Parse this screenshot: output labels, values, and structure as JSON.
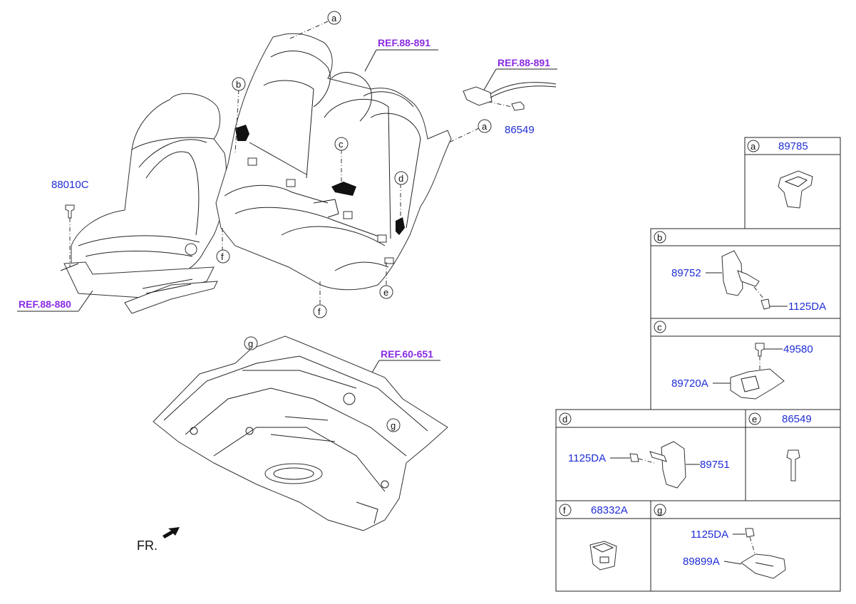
{
  "callout_letters": [
    "a",
    "b",
    "c",
    "d",
    "e",
    "f",
    "g"
  ],
  "main": {
    "refs": [
      "REF.88-891",
      "REF.88-891",
      "REF.88-880",
      "REF.60-651"
    ],
    "part_labels": [
      "88010C",
      "86549"
    ],
    "front_label": "FR."
  },
  "boxes": {
    "a": {
      "letter": "a",
      "header_part": "89785"
    },
    "b": {
      "letter": "b",
      "parts": [
        "89752",
        "1125DA"
      ]
    },
    "c": {
      "letter": "c",
      "parts": [
        "49580",
        "89720A"
      ]
    },
    "d": {
      "letter": "d",
      "parts": [
        "1125DA",
        "89751"
      ]
    },
    "e": {
      "letter": "e",
      "header_part": "86549"
    },
    "f": {
      "letter": "f",
      "header_part": "68332A"
    },
    "g": {
      "letter": "g",
      "parts": [
        "1125DA",
        "89899A"
      ]
    }
  }
}
